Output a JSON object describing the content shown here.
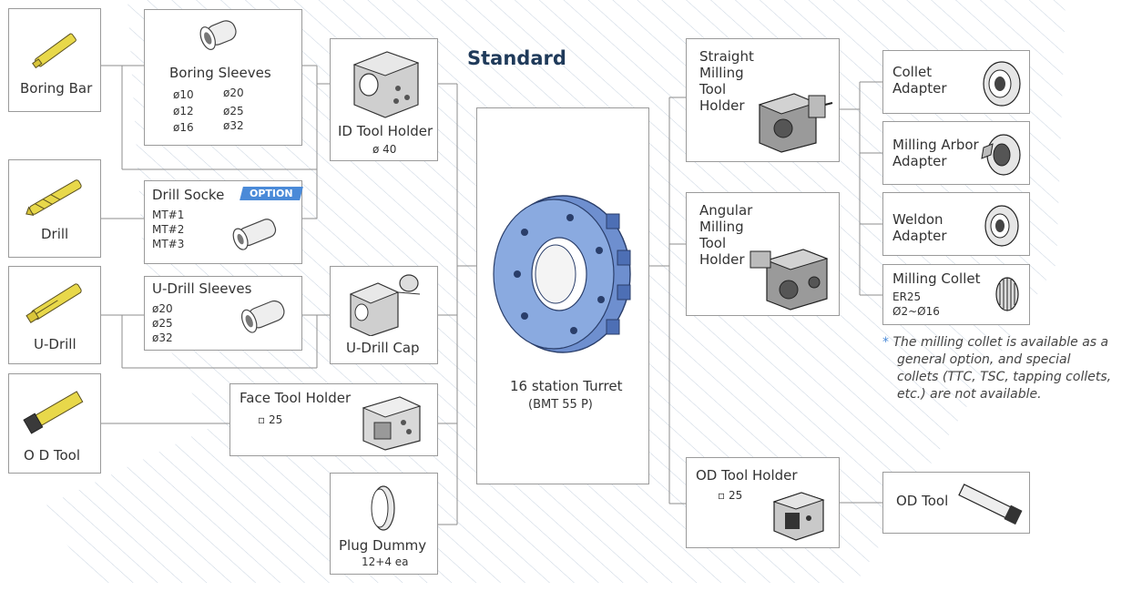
{
  "title": "Standard",
  "badge": "OPTION",
  "boring_bar": "Boring Bar",
  "drill": "Drill",
  "u_drill": "U-Drill",
  "od_tool_left": "O D Tool",
  "boring_sleeves": {
    "label": "Boring  Sleeves",
    "col1": [
      "ø10",
      "ø12",
      "ø16"
    ],
    "col2": [
      "ø20",
      "ø25",
      "ø32"
    ]
  },
  "drill_socket": {
    "label": "Drill Socke",
    "items": [
      "MT#1",
      "MT#2",
      "MT#3"
    ]
  },
  "u_drill_sleeves": {
    "label": "U-Drill Sleeves",
    "items": [
      "ø20",
      "ø25",
      "ø32"
    ]
  },
  "face_tool_holder": {
    "label": "Face Tool Holder",
    "size": "▫ 25"
  },
  "id_tool_holder": {
    "label": "ID  Tool Holder",
    "size": "ø 40"
  },
  "u_drill_cap": "U-Drill Cap",
  "plug_dummy": {
    "label": "Plug Dummy",
    "qty": "12+4 ea"
  },
  "turret": {
    "line1": "16 station Turret",
    "line2": "(BMT 55 P)"
  },
  "straight_milling": [
    "Straight",
    "Milling",
    "Tool",
    "Holder"
  ],
  "angular_milling": [
    "Angular",
    "Milling",
    "Tool",
    "Holder"
  ],
  "od_tool_holder": {
    "label": "OD Tool Holder",
    "size": "▫ 25"
  },
  "collet_adapter": [
    "Collet",
    "Adapter"
  ],
  "milling_arbor": [
    "Milling Arbor",
    "Adapter"
  ],
  "weldon": [
    "Weldon",
    "Adapter"
  ],
  "milling_collet": {
    "label": "Milling Collet",
    "line1": "ER25",
    "line2": "Ø2~Ø16"
  },
  "od_tool_right": "OD Tool",
  "note": {
    "asterisk": "*",
    "lines": [
      "The milling collet is available as a",
      "general option, and special",
      "collets (TTC, TSC, tapping collets,",
      "etc.) are not available."
    ]
  },
  "colors": {
    "accent": "#4a8ad8",
    "tool_yellow": "#e8d84a",
    "turret": "#7fa0d8",
    "title": "#1f3a5a",
    "hatch": "#c8d3e0"
  },
  "icons": [
    "boring-bar-icon",
    "drill-icon",
    "u-drill-icon",
    "od-tool-icon",
    "boring-sleeve-icon",
    "drill-socket-icon",
    "u-drill-sleeve-icon",
    "face-tool-holder-icon",
    "id-tool-holder-icon",
    "u-drill-cap-icon",
    "plug-dummy-icon",
    "turret-icon",
    "straight-milling-holder-icon",
    "angular-milling-holder-icon",
    "od-tool-holder-icon",
    "collet-adapter-icon",
    "milling-arbor-icon",
    "weldon-adapter-icon",
    "milling-collet-icon",
    "od-tool-right-icon"
  ]
}
